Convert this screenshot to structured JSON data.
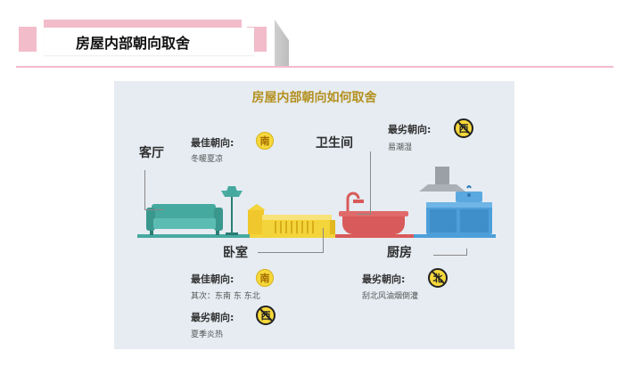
{
  "header": {
    "title": "房屋内部朝向取舍"
  },
  "infographic": {
    "title": "房屋内部朝向如何取舍",
    "living_room": {
      "name": "客厅",
      "best_label": "最佳朝向:",
      "best_dir": "南",
      "desc": "冬暖夏凉"
    },
    "bathroom": {
      "name": "卫生间",
      "worst_label": "最劣朝向:",
      "worst_dir": "西",
      "desc": "易潮湿"
    },
    "bedroom": {
      "name": "卧室",
      "best_label": "最佳朝向:",
      "best_dir": "南",
      "secondary": "其次：东南 东 东北",
      "worst_label": "最劣朝向:",
      "worst_dir": "西",
      "worst_desc": "夏季炎热"
    },
    "kitchen": {
      "name": "厨房",
      "worst_label": "最劣朝向:",
      "worst_dir": "北",
      "desc": "刮北风油烟倒灌"
    },
    "colors": {
      "accent_pink": "#f2bccb",
      "title_gold": "#b49020",
      "sofa_teal": "#46a9a0",
      "bed_yellow": "#f3d43a",
      "tub_red": "#d95a5a",
      "kitchen_blue": "#4d9fda"
    }
  }
}
